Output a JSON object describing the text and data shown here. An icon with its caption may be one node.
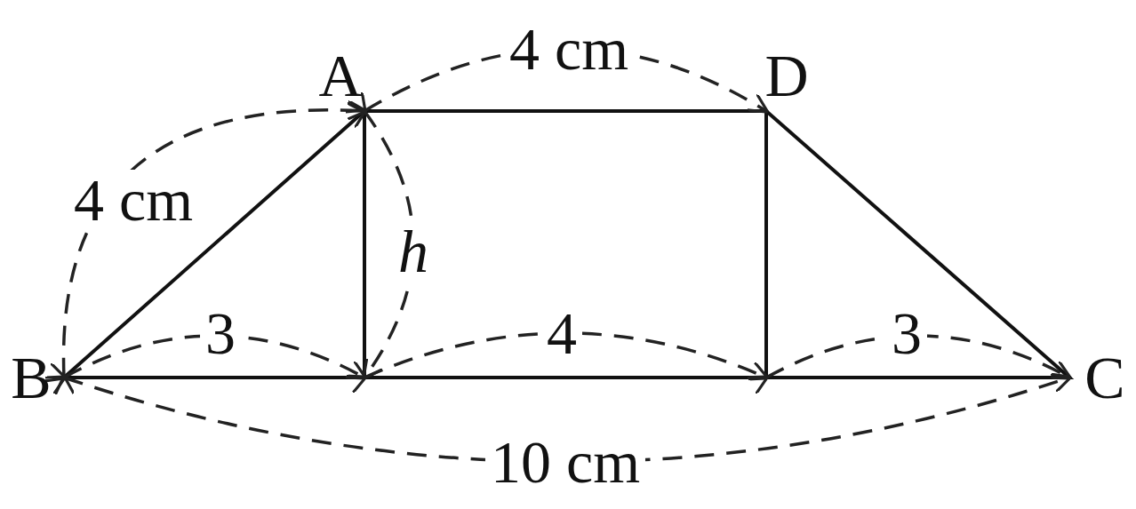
{
  "diagram": {
    "labels": [
      "4 cm",
      "A",
      "D",
      "4 cm",
      "h",
      "3",
      "4",
      "3",
      "B",
      "C",
      "10 cm"
    ]
  }
}
